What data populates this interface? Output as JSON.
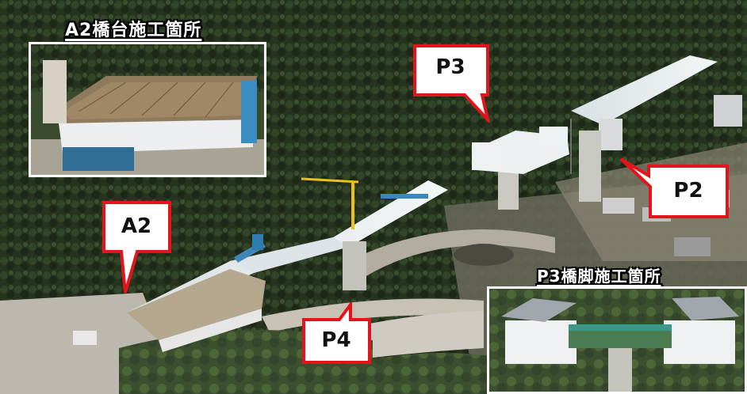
{
  "photo": {
    "inset_a2_title": "A2橋台施工箇所",
    "inset_p3_title": "P3橋脚施工箇所",
    "callouts": {
      "p3": "P3",
      "p2": "P2",
      "a2": "A2",
      "p4": "P4"
    }
  },
  "colors": {
    "callout_border": "#e3141b",
    "callout_fill": "#ffffff",
    "forest_dark": "#1f2a1a",
    "bridge_deck": "#e9eef0"
  }
}
